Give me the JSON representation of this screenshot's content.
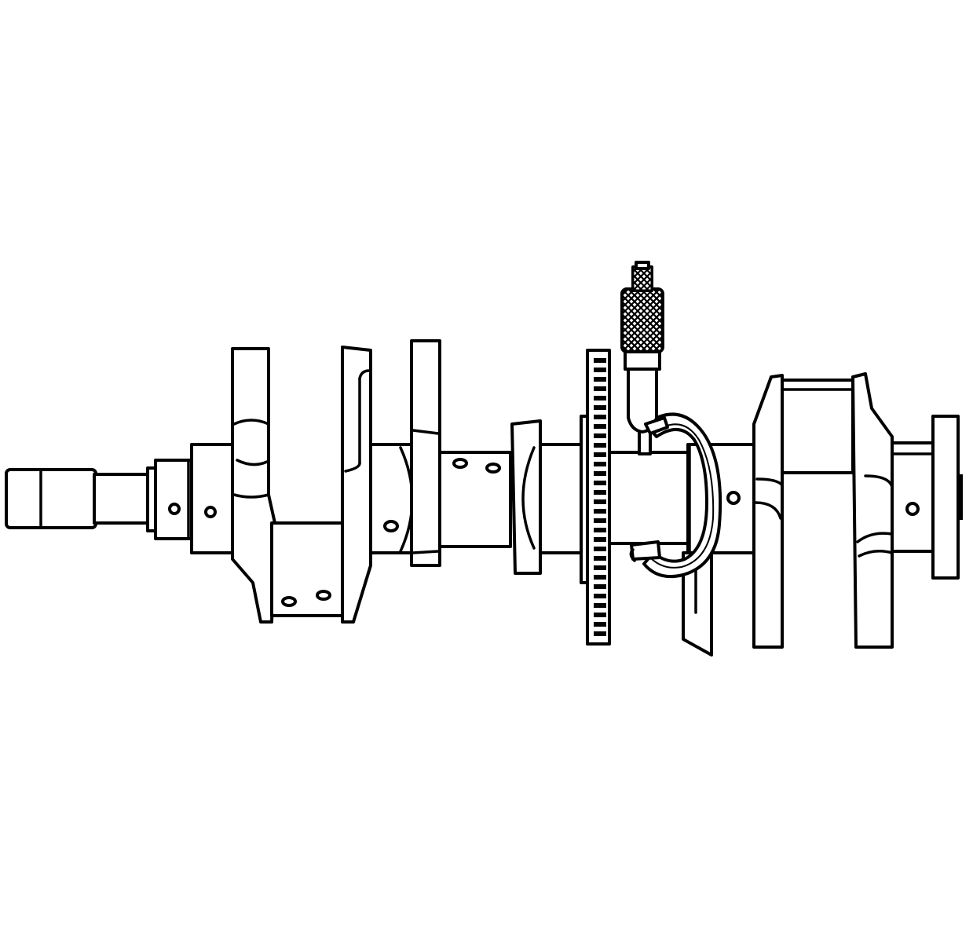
{
  "figure": {
    "background": "#ffffff",
    "line_color": "#000000"
  },
  "parts": {
    "crankshaft": "crankshaft",
    "tool": "outside-micrometer",
    "reluctor_ring": "reluctor-ring"
  }
}
